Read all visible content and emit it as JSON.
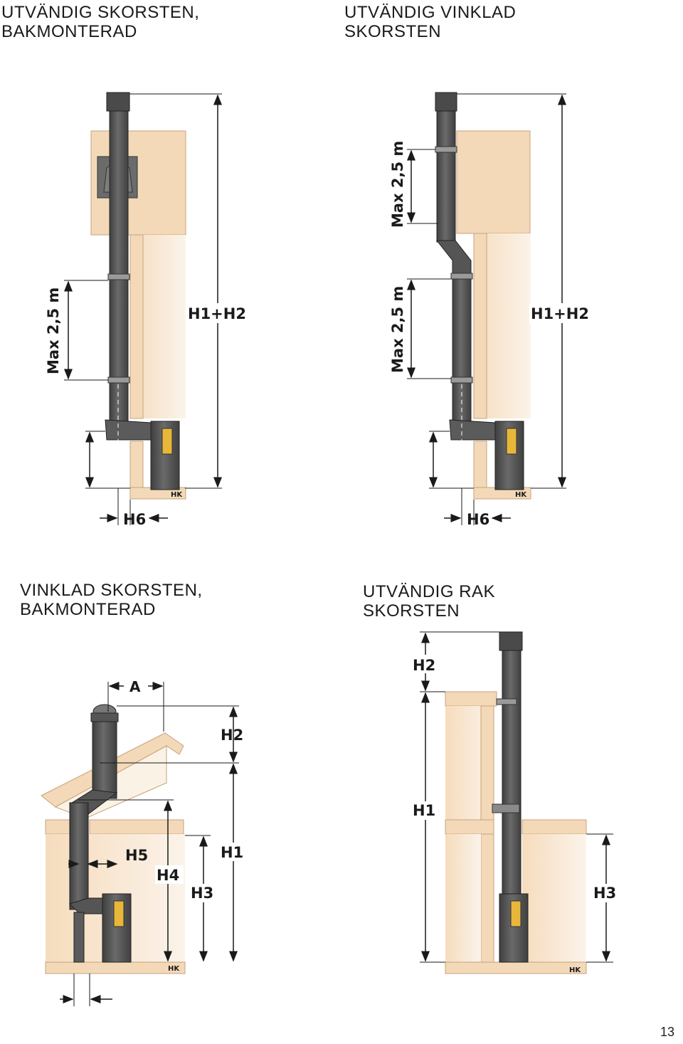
{
  "page_number": "13",
  "diagrams": [
    {
      "title_line1": "UTVÄNDIG SKORSTEN,",
      "title_line2": "BAKMONTERAD",
      "labels": {
        "max_lower": "Max 2,5 m",
        "total": "H1+H2",
        "offset": "H6",
        "brand": "HK"
      }
    },
    {
      "title_line1": "UTVÄNDIG VINKLAD",
      "title_line2": "SKORSTEN",
      "labels": {
        "max_upper": "Max 2,5 m",
        "max_lower": "Max 2,5 m",
        "total": "H1+H2",
        "offset": "H6",
        "brand": "HK"
      }
    },
    {
      "title_line1": "VINKLAD SKORSTEN,",
      "title_line2": "BAKMONTERAD",
      "labels": {
        "a": "A",
        "h2": "H2",
        "h1": "H1",
        "h3": "H3",
        "h4": "H4",
        "h5": "H5",
        "brand": "HK"
      }
    },
    {
      "title_line1": "UTVÄNDIG RAK",
      "title_line2": "SKORSTEN",
      "labels": {
        "h2": "H2",
        "h1": "H1",
        "h3": "H3",
        "brand": "HK"
      }
    }
  ],
  "colors": {
    "wall": "#f3d9b8",
    "wall_edge": "#c7a27c",
    "pipe": "#5b5b5b",
    "pipe_dark": "#3d3d3d",
    "glass": "#e8b73a",
    "dim": "#1a1a1a"
  }
}
